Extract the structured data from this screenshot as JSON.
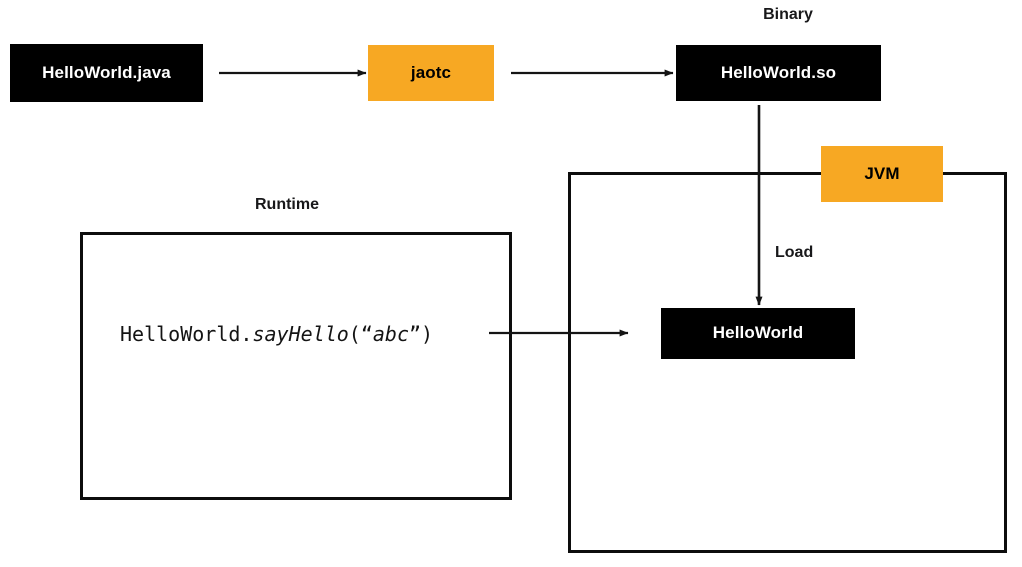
{
  "diagram": {
    "title": "Java AOT compilation and runtime loading flow",
    "colors": {
      "orange": "#F7A823",
      "black": "#000000",
      "white": "#FFFFFF",
      "line": "#141414"
    },
    "captions": {
      "binary": "Binary",
      "runtime": "Runtime",
      "load": "Load"
    },
    "nodes": {
      "source": "HelloWorld.java",
      "compiler": "jaotc",
      "shared_object": "HelloWorld.so",
      "jvm": "JVM",
      "loaded_class": "HelloWorld"
    },
    "code": {
      "prefix": "HelloWorld.",
      "method": "sayHello",
      "open_paren": "(",
      "open_quote": "“",
      "argument": "abc",
      "close_quote": "”",
      "close_paren": ")",
      "full": "HelloWorld.sayHello(“abc”)"
    },
    "edges": [
      {
        "name": "source-to-compiler",
        "from": "HelloWorld.java",
        "to": "jaotc",
        "label": ""
      },
      {
        "name": "compiler-to-binary",
        "from": "jaotc",
        "to": "HelloWorld.so",
        "label": ""
      },
      {
        "name": "binary-to-loaded-class",
        "from": "HelloWorld.so",
        "to": "HelloWorld",
        "label": "Load"
      },
      {
        "name": "runtime-call-to-loaded-class",
        "from": "HelloWorld.sayHello(“abc”)",
        "to": "HelloWorld",
        "label": ""
      }
    ]
  }
}
